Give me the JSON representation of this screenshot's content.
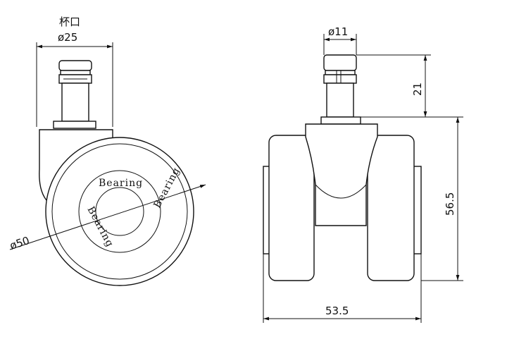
{
  "left_view": {
    "cup_label": "杯口",
    "cup_diameter": "ø25",
    "wheel_diameter": "ø50",
    "bearing_text_top": "Bearing",
    "bearing_text_left": "Bearing",
    "bearing_text_right": "Bearing"
  },
  "right_view": {
    "stem_diameter": "ø11",
    "stem_height": "21",
    "total_height": "56.5",
    "total_width": "53.5"
  }
}
